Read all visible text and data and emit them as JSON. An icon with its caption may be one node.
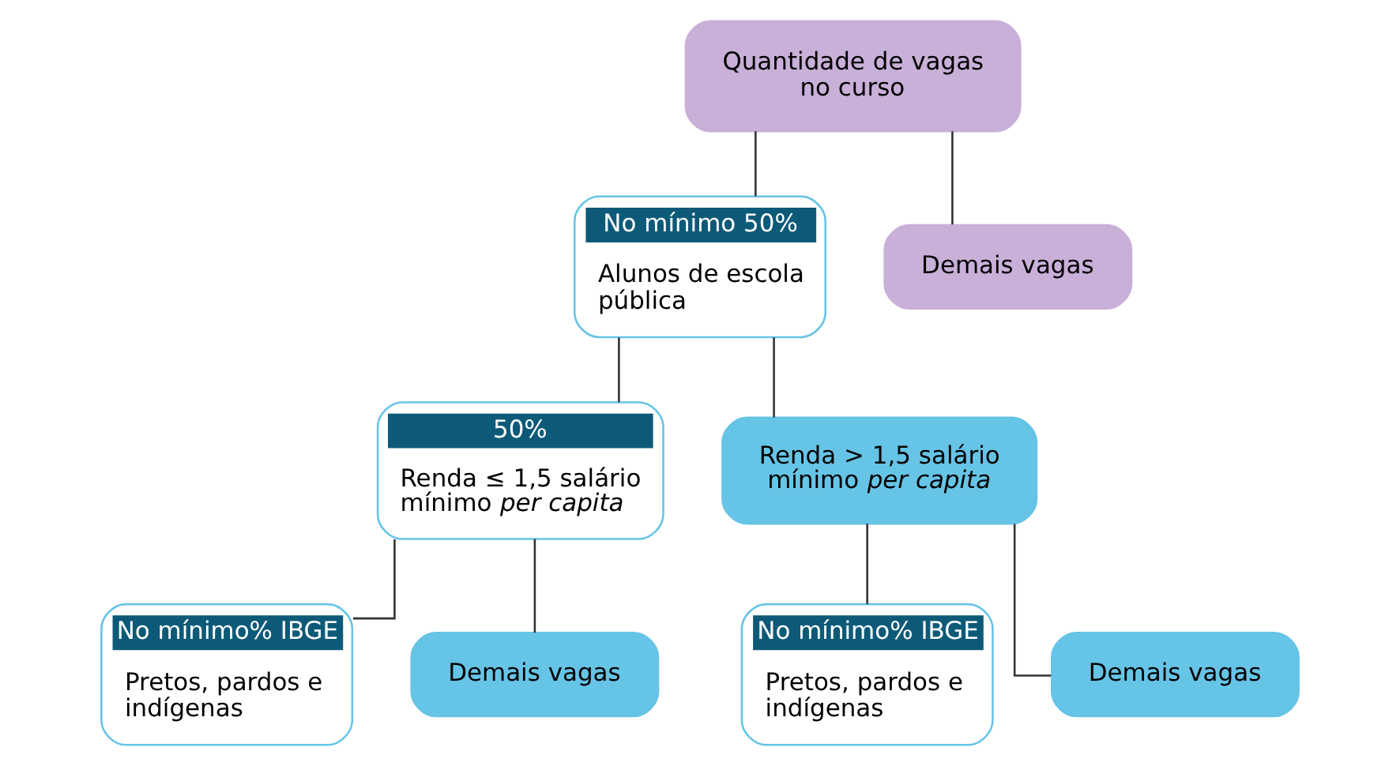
{
  "diagram": {
    "nodes": [
      {
        "text": [
          "Quantidade de vagas no curso"
        ]
      },
      {
        "text": [
          "No mínimo 50%",
          "Alunos de escola pública"
        ]
      },
      {
        "text": [
          "Demais vagas"
        ]
      },
      {
        "text": [
          "50%",
          "Renda ≤ 1,5 salário mínimo *per capita*"
        ]
      },
      {
        "text": [
          "Renda > 1,5 salário mínimo *per capita*"
        ]
      },
      {
        "text": [
          "No mínimo% IBGE",
          "Pretos, pardos e indígenas"
        ]
      },
      {
        "text": [
          "Demais vagas"
        ]
      },
      {
        "text": [
          "No mínimo% IBGE",
          "Pretos, pardos e indígenas"
        ]
      },
      {
        "text": [
          "Demais vagas"
        ]
      }
    ],
    "edges": [
      {
        "from": 0,
        "to": 1,
        "arrow": "none"
      },
      {
        "from": 0,
        "to": 2,
        "arrow": "none"
      },
      {
        "from": 1,
        "to": 3,
        "arrow": "none"
      },
      {
        "from": 1,
        "to": 4,
        "arrow": "none"
      },
      {
        "from": 3,
        "to": 5,
        "arrow": "none"
      },
      {
        "from": 3,
        "to": 6,
        "arrow": "none"
      },
      {
        "from": 4,
        "to": 7,
        "arrow": "none"
      },
      {
        "from": 4,
        "to": 8,
        "arrow": "none"
      }
    ]
  }
}
